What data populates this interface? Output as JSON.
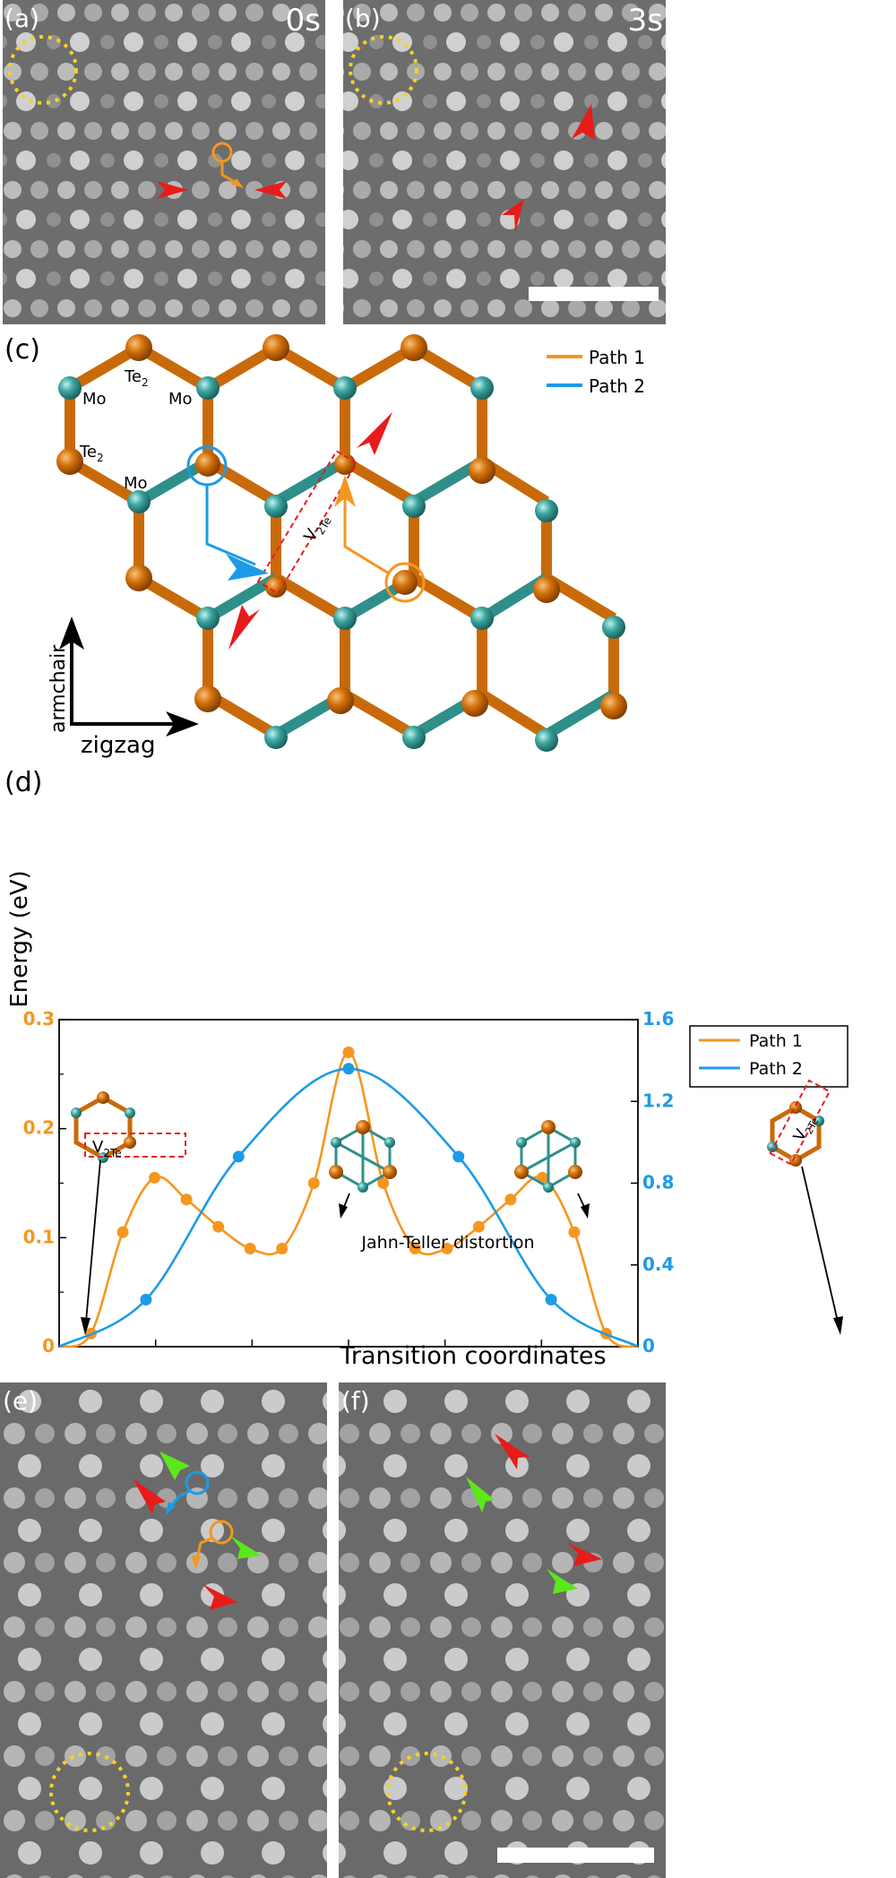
{
  "panels": {
    "a": {
      "label": "(a)",
      "time": "0s"
    },
    "b": {
      "label": "(b)",
      "time": "3s"
    },
    "c": {
      "label": "(c)",
      "legend": [
        "Path 1",
        "Path 2"
      ],
      "atom_labels": {
        "te2_top": "Te",
        "te2_left": "Te",
        "te_sub": "2",
        "mo_1": "Mo",
        "mo_2": "Mo",
        "mo_3": "Mo"
      },
      "vacancy": "V",
      "vacancy_sub": "2Te",
      "axis_armchair": "armchair",
      "axis_zigzag": "zigzag"
    },
    "d": {
      "label": "(d)"
    },
    "e": {
      "label": "(e)"
    },
    "f": {
      "label": "(f)"
    }
  },
  "colors": {
    "path1": "#f5961f",
    "path2": "#1d9be6",
    "te_atom": "#d2700a",
    "mo_atom": "#3aa39e",
    "red_arrow": "#e81b1b",
    "green_arrow": "#5ce81b",
    "yellow_circle": "#f7d21e"
  },
  "chart_data": {
    "type": "line",
    "title": "",
    "xlabel": "Transition coordinates",
    "ylabel": "Energy (eV)",
    "xlim": [
      0,
      1
    ],
    "ylim_left": [
      0,
      0.3
    ],
    "ylim_right": [
      0,
      1.6
    ],
    "yticks_left": [
      "0",
      "0.1",
      "0.2",
      "0.3"
    ],
    "yticks_right": [
      "0",
      "0.4",
      "0.8",
      "1.2",
      "1.6"
    ],
    "legend_position": "top-right",
    "annotation": "Jahn-Teller distortion",
    "inset_label": "V",
    "inset_label_sub": "2Te",
    "series": [
      {
        "name": "Path 1",
        "axis": "left",
        "x": [
          0.0,
          0.055,
          0.11,
          0.165,
          0.22,
          0.275,
          0.33,
          0.385,
          0.44,
          0.5,
          0.56,
          0.615,
          0.67,
          0.725,
          0.78,
          0.835,
          0.89,
          0.945,
          1.0
        ],
        "y": [
          0.0,
          0.012,
          0.105,
          0.155,
          0.135,
          0.11,
          0.09,
          0.09,
          0.15,
          0.27,
          0.15,
          0.09,
          0.09,
          0.11,
          0.135,
          0.155,
          0.105,
          0.012,
          0.0
        ]
      },
      {
        "name": "Path 2",
        "axis": "right",
        "x": [
          0.0,
          0.15,
          0.31,
          0.5,
          0.69,
          0.85,
          1.0
        ],
        "y": [
          0.0,
          0.23,
          0.93,
          1.36,
          0.93,
          0.23,
          0.0
        ]
      }
    ]
  }
}
